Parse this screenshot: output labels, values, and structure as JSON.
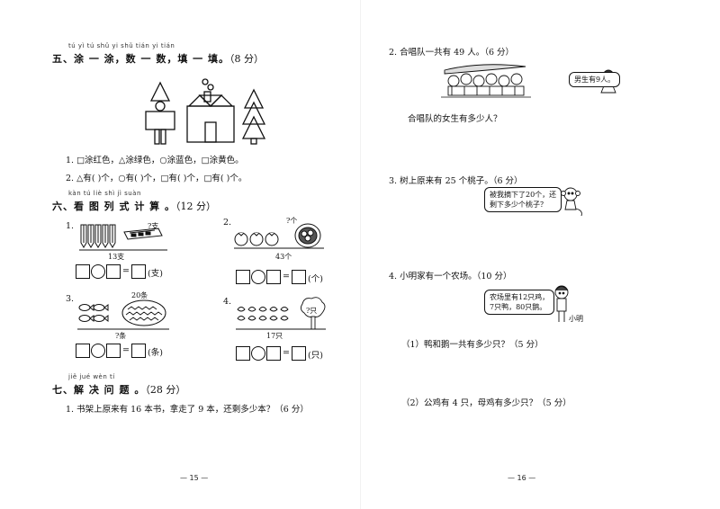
{
  "left": {
    "s5": {
      "pinyin": "tú yì tú   shǔ yi shǔ   tián yi tián",
      "title": "五、涂 一 涂，数 一 数，填 一 填。",
      "points": "（8 分）",
      "q1": "1. □涂红色，△涂绿色，○涂蓝色，□涂黄色。",
      "q2": "2. △有(      )个，○有(      )个，□有(      )个，□有(      )个。"
    },
    "s6": {
      "pinyin": "kàn tú liè shì jì suàn",
      "title": "六、看 图 列 式 计 算 。",
      "points": "（12 分）",
      "p1": {
        "num": "1.",
        "q": "?支",
        "total": "13支",
        "unit": "(支)"
      },
      "p2": {
        "num": "2.",
        "q": "?个",
        "total": "43个",
        "unit": "(个)"
      },
      "p3": {
        "num": "3.",
        "label": "20条",
        "q": "?条",
        "unit": "(条)"
      },
      "p4": {
        "num": "4.",
        "q": "?只",
        "total": "17只",
        "unit": "(只)"
      }
    },
    "s7": {
      "pinyin": "jiě jué wèn tí",
      "title": "七、解 决 问 题 。",
      "points": "（28 分）",
      "q1": "1. 书架上原来有 16 本书，拿走了 9 本，还剩多少本？（6 分）"
    },
    "page_number": "— 15 —"
  },
  "right": {
    "q2": {
      "text": "2. 合唱队一共有 49 人。（6 分）",
      "bubble": "男生有9人。",
      "question": "合唱队的女生有多少人？"
    },
    "q3": {
      "text": "3. 树上原来有 25 个桃子。（6 分）",
      "bubble_l1": "被我摘下了20个，还",
      "bubble_l2": "剩下多少个桃子？"
    },
    "q4": {
      "text": "4. 小明家有一个农场。（10 分）",
      "bubble_l1": "农场里有12只鸡，",
      "bubble_l2": "7只鸭，80只鹅。",
      "name": "小明",
      "sub1": "（1）鸭和鹅一共有多少只？（5 分）",
      "sub2": "（2）公鸡有 4 只，母鸡有多少只？（5 分）"
    },
    "page_number": "— 16 —"
  }
}
